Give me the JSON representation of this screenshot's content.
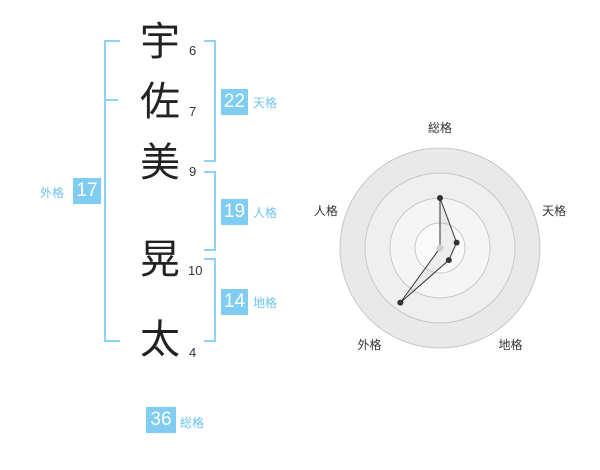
{
  "name": {
    "chars": [
      {
        "char": "宇",
        "strokes": "6"
      },
      {
        "char": "佐",
        "strokes": "7"
      },
      {
        "char": "美",
        "strokes": "9"
      },
      {
        "char": "晃",
        "strokes": "10"
      },
      {
        "char": "太",
        "strokes": "4"
      }
    ]
  },
  "kaku": {
    "tenkaku": {
      "value": "22",
      "label": "天格"
    },
    "jinkaku": {
      "value": "19",
      "label": "人格"
    },
    "chikaku": {
      "value": "14",
      "label": "地格"
    },
    "gaikaku": {
      "value": "17",
      "label": "外格"
    },
    "soukaku": {
      "value": "36",
      "label": "総格"
    }
  },
  "chart_data": {
    "type": "radar",
    "axes": [
      "総格",
      "天格",
      "地格",
      "外格",
      "人格"
    ],
    "values": [
      2.0,
      0.7,
      0.6,
      2.7,
      0.0
    ],
    "rmax": 4,
    "rings": 4
  }
}
